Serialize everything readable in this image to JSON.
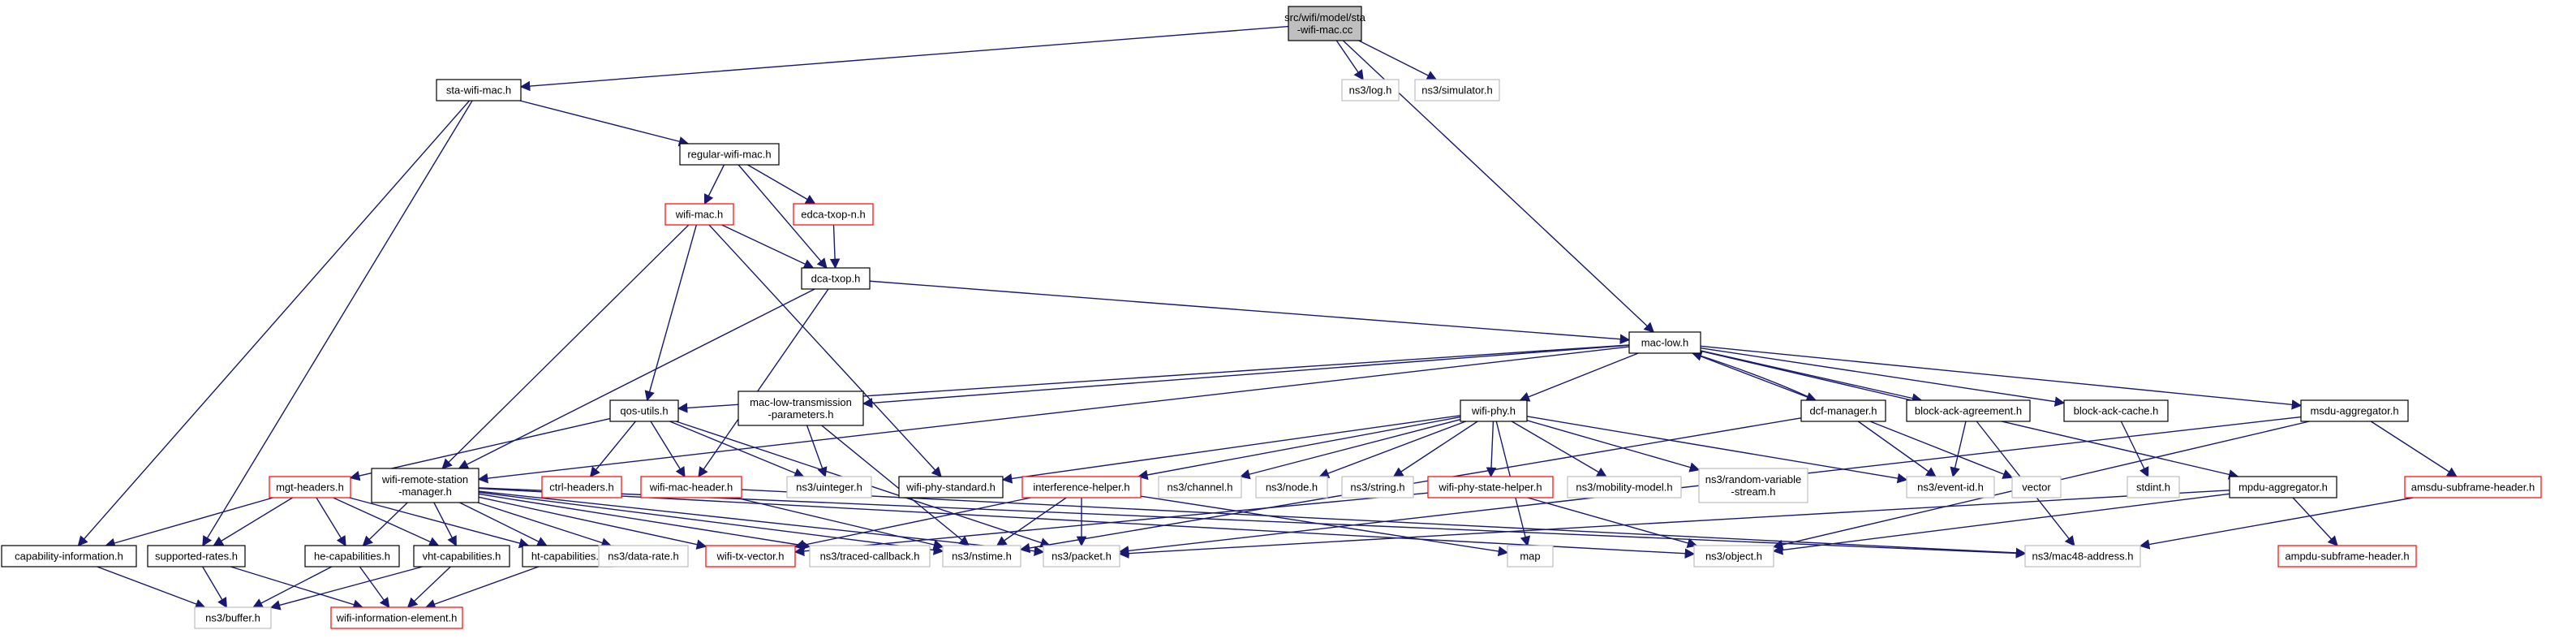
{
  "colors": {
    "root_fill": "#bfbfbf",
    "black_border": "#000000",
    "red_border": "#ff0000",
    "gray_border": "#bfbfbf",
    "edge": "#191970"
  },
  "nodes": [
    {
      "id": "root",
      "lines": [
        "src/wifi/model/sta",
        "-wifi-mac.cc"
      ],
      "style": "root"
    },
    {
      "id": "sta_wifi_mac_h",
      "lines": [
        "sta-wifi-mac.h"
      ],
      "style": "black"
    },
    {
      "id": "ns3_log_h",
      "lines": [
        "ns3/log.h"
      ],
      "style": "gray"
    },
    {
      "id": "ns3_simulator_h",
      "lines": [
        "ns3/simulator.h"
      ],
      "style": "gray"
    },
    {
      "id": "regular_wifi_mac_h",
      "lines": [
        "regular-wifi-mac.h"
      ],
      "style": "black"
    },
    {
      "id": "wifi_mac_h",
      "lines": [
        "wifi-mac.h"
      ],
      "style": "red"
    },
    {
      "id": "edca_txop_n_h",
      "lines": [
        "edca-txop-n.h"
      ],
      "style": "red"
    },
    {
      "id": "dca_txop_h",
      "lines": [
        "dca-txop.h"
      ],
      "style": "black"
    },
    {
      "id": "mac_low_h",
      "lines": [
        "mac-low.h"
      ],
      "style": "black"
    },
    {
      "id": "qos_utils_h",
      "lines": [
        "qos-utils.h"
      ],
      "style": "black"
    },
    {
      "id": "mac_low_tx_params_h",
      "lines": [
        "mac-low-transmission",
        "-parameters.h"
      ],
      "style": "black"
    },
    {
      "id": "wifi_phy_h",
      "lines": [
        "wifi-phy.h"
      ],
      "style": "black"
    },
    {
      "id": "dcf_manager_h",
      "lines": [
        "dcf-manager.h"
      ],
      "style": "black"
    },
    {
      "id": "block_ack_agreement_h",
      "lines": [
        "block-ack-agreement.h"
      ],
      "style": "black"
    },
    {
      "id": "block_ack_cache_h",
      "lines": [
        "block-ack-cache.h"
      ],
      "style": "black"
    },
    {
      "id": "msdu_aggregator_h",
      "lines": [
        "msdu-aggregator.h"
      ],
      "style": "black"
    },
    {
      "id": "mgt_headers_h",
      "lines": [
        "mgt-headers.h"
      ],
      "style": "red"
    },
    {
      "id": "wifi_remote_station_manager_h",
      "lines": [
        "wifi-remote-station",
        "-manager.h"
      ],
      "style": "black"
    },
    {
      "id": "ctrl_headers_h",
      "lines": [
        "ctrl-headers.h"
      ],
      "style": "red"
    },
    {
      "id": "wifi_mac_header_h",
      "lines": [
        "wifi-mac-header.h"
      ],
      "style": "red"
    },
    {
      "id": "ns3_uinteger_h",
      "lines": [
        "ns3/uinteger.h"
      ],
      "style": "gray"
    },
    {
      "id": "wifi_phy_standard_h",
      "lines": [
        "wifi-phy-standard.h"
      ],
      "style": "black"
    },
    {
      "id": "interference_helper_h",
      "lines": [
        "interference-helper.h"
      ],
      "style": "red"
    },
    {
      "id": "ns3_channel_h",
      "lines": [
        "ns3/channel.h"
      ],
      "style": "gray"
    },
    {
      "id": "ns3_node_h",
      "lines": [
        "ns3/node.h"
      ],
      "style": "gray"
    },
    {
      "id": "ns3_string_h",
      "lines": [
        "ns3/string.h"
      ],
      "style": "gray"
    },
    {
      "id": "wifi_phy_state_helper_h",
      "lines": [
        "wifi-phy-state-helper.h"
      ],
      "style": "red"
    },
    {
      "id": "ns3_mobility_model_h",
      "lines": [
        "ns3/mobility-model.h"
      ],
      "style": "gray"
    },
    {
      "id": "ns3_random_variable_stream_h",
      "lines": [
        "ns3/random-variable",
        "-stream.h"
      ],
      "style": "gray"
    },
    {
      "id": "ns3_event_id_h",
      "lines": [
        "ns3/event-id.h"
      ],
      "style": "gray"
    },
    {
      "id": "vector",
      "lines": [
        "vector"
      ],
      "style": "gray"
    },
    {
      "id": "stdint_h",
      "lines": [
        "stdint.h"
      ],
      "style": "gray"
    },
    {
      "id": "mpdu_aggregator_h",
      "lines": [
        "mpdu-aggregator.h"
      ],
      "style": "black"
    },
    {
      "id": "amsdu_subframe_header_h",
      "lines": [
        "amsdu-subframe-header.h"
      ],
      "style": "red"
    },
    {
      "id": "capability_information_h",
      "lines": [
        "capability-information.h"
      ],
      "style": "black"
    },
    {
      "id": "supported_rates_h",
      "lines": [
        "supported-rates.h"
      ],
      "style": "black"
    },
    {
      "id": "he_capabilities_h",
      "lines": [
        "he-capabilities.h"
      ],
      "style": "black"
    },
    {
      "id": "vht_capabilities_h",
      "lines": [
        "vht-capabilities.h"
      ],
      "style": "black"
    },
    {
      "id": "ht_capabilities_h",
      "lines": [
        "ht-capabilities.h"
      ],
      "style": "black"
    },
    {
      "id": "ns3_data_rate_h",
      "lines": [
        "ns3/data-rate.h"
      ],
      "style": "gray"
    },
    {
      "id": "wifi_tx_vector_h",
      "lines": [
        "wifi-tx-vector.h"
      ],
      "style": "red"
    },
    {
      "id": "ns3_traced_callback_h",
      "lines": [
        "ns3/traced-callback.h"
      ],
      "style": "gray"
    },
    {
      "id": "ns3_nstime_h",
      "lines": [
        "ns3/nstime.h"
      ],
      "style": "gray"
    },
    {
      "id": "ns3_packet_h",
      "lines": [
        "ns3/packet.h"
      ],
      "style": "gray"
    },
    {
      "id": "map",
      "lines": [
        "map"
      ],
      "style": "gray"
    },
    {
      "id": "ns3_object_h",
      "lines": [
        "ns3/object.h"
      ],
      "style": "gray"
    },
    {
      "id": "ns3_mac48_address_h",
      "lines": [
        "ns3/mac48-address.h"
      ],
      "style": "gray"
    },
    {
      "id": "ampdu_subframe_header_h",
      "lines": [
        "ampdu-subframe-header.h"
      ],
      "style": "red"
    },
    {
      "id": "ns3_buffer_h",
      "lines": [
        "ns3/buffer.h"
      ],
      "style": "gray"
    },
    {
      "id": "wifi_information_element_h",
      "lines": [
        "wifi-information-element.h"
      ],
      "style": "red"
    }
  ],
  "edges": [
    [
      "root",
      "sta_wifi_mac_h"
    ],
    [
      "root",
      "ns3_log_h"
    ],
    [
      "root",
      "ns3_simulator_h"
    ],
    [
      "root",
      "mac_low_h"
    ],
    [
      "sta_wifi_mac_h",
      "regular_wifi_mac_h"
    ],
    [
      "sta_wifi_mac_h",
      "capability_information_h"
    ],
    [
      "sta_wifi_mac_h",
      "supported_rates_h"
    ],
    [
      "regular_wifi_mac_h",
      "wifi_mac_h"
    ],
    [
      "regular_wifi_mac_h",
      "edca_txop_n_h"
    ],
    [
      "regular_wifi_mac_h",
      "dca_txop_h"
    ],
    [
      "wifi_mac_h",
      "dca_txop_h"
    ],
    [
      "wifi_mac_h",
      "qos_utils_h"
    ],
    [
      "wifi_mac_h",
      "wifi_remote_station_manager_h"
    ],
    [
      "wifi_mac_h",
      "wifi_phy_standard_h"
    ],
    [
      "edca_txop_n_h",
      "dca_txop_h"
    ],
    [
      "dca_txop_h",
      "mac_low_h"
    ],
    [
      "dca_txop_h",
      "wifi_mac_header_h"
    ],
    [
      "dca_txop_h",
      "wifi_remote_station_manager_h"
    ],
    [
      "mac_low_h",
      "qos_utils_h"
    ],
    [
      "mac_low_h",
      "mac_low_tx_params_h"
    ],
    [
      "mac_low_h",
      "wifi_phy_h"
    ],
    [
      "mac_low_h",
      "dcf_manager_h"
    ],
    [
      "mac_low_h",
      "block_ack_agreement_h"
    ],
    [
      "mac_low_h",
      "block_ack_cache_h"
    ],
    [
      "mac_low_h",
      "msdu_aggregator_h"
    ],
    [
      "mac_low_h",
      "mpdu_aggregator_h"
    ],
    [
      "mac_low_h",
      "wifi_remote_station_manager_h"
    ],
    [
      "dcf_manager_h",
      "mac_low_h"
    ],
    [
      "dcf_manager_h",
      "ns3_event_id_h"
    ],
    [
      "dcf_manager_h",
      "vector"
    ],
    [
      "dcf_manager_h",
      "ns3_nstime_h"
    ],
    [
      "qos_utils_h",
      "mgt_headers_h"
    ],
    [
      "qos_utils_h",
      "ctrl_headers_h"
    ],
    [
      "qos_utils_h",
      "wifi_mac_header_h"
    ],
    [
      "qos_utils_h",
      "ns3_uinteger_h"
    ],
    [
      "qos_utils_h",
      "ns3_packet_h"
    ],
    [
      "mac_low_tx_params_h",
      "ns3_uinteger_h"
    ],
    [
      "mac_low_tx_params_h",
      "ns3_nstime_h"
    ],
    [
      "wifi_phy_h",
      "wifi_phy_standard_h"
    ],
    [
      "wifi_phy_h",
      "interference_helper_h"
    ],
    [
      "wifi_phy_h",
      "ns3_channel_h"
    ],
    [
      "wifi_phy_h",
      "ns3_node_h"
    ],
    [
      "wifi_phy_h",
      "ns3_string_h"
    ],
    [
      "wifi_phy_h",
      "wifi_phy_state_helper_h"
    ],
    [
      "wifi_phy_h",
      "ns3_mobility_model_h"
    ],
    [
      "wifi_phy_h",
      "ns3_random_variable_stream_h"
    ],
    [
      "wifi_phy_h",
      "ns3_event_id_h"
    ],
    [
      "wifi_phy_h",
      "map"
    ],
    [
      "block_ack_agreement_h",
      "ns3_event_id_h"
    ],
    [
      "block_ack_agreement_h",
      "ns3_mac48_address_h"
    ],
    [
      "block_ack_cache_h",
      "stdint_h"
    ],
    [
      "msdu_aggregator_h",
      "amsdu_subframe_header_h"
    ],
    [
      "msdu_aggregator_h",
      "ns3_packet_h"
    ],
    [
      "msdu_aggregator_h",
      "ns3_object_h"
    ],
    [
      "mpdu_aggregator_h",
      "ampdu_subframe_header_h"
    ],
    [
      "mpdu_aggregator_h",
      "ns3_packet_h"
    ],
    [
      "mpdu_aggregator_h",
      "ns3_object_h"
    ],
    [
      "amsdu_subframe_header_h",
      "ns3_mac48_address_h"
    ],
    [
      "interference_helper_h",
      "wifi_tx_vector_h"
    ],
    [
      "interference_helper_h",
      "ns3_nstime_h"
    ],
    [
      "interference_helper_h",
      "ns3_packet_h"
    ],
    [
      "interference_helper_h",
      "map"
    ],
    [
      "wifi_phy_state_helper_h",
      "ns3_object_h"
    ],
    [
      "wifi_phy_state_helper_h",
      "wifi_tx_vector_h"
    ],
    [
      "wifi_mac_header_h",
      "ns3_mac48_address_h"
    ],
    [
      "wifi_mac_header_h",
      "ns3_nstime_h"
    ],
    [
      "mgt_headers_h",
      "capability_information_h"
    ],
    [
      "mgt_headers_h",
      "supported_rates_h"
    ],
    [
      "mgt_headers_h",
      "he_capabilities_h"
    ],
    [
      "mgt_headers_h",
      "vht_capabilities_h"
    ],
    [
      "mgt_headers_h",
      "ht_capabilities_h"
    ],
    [
      "wifi_remote_station_manager_h",
      "he_capabilities_h"
    ],
    [
      "wifi_remote_station_manager_h",
      "vht_capabilities_h"
    ],
    [
      "wifi_remote_station_manager_h",
      "ht_capabilities_h"
    ],
    [
      "wifi_remote_station_manager_h",
      "ns3_data_rate_h"
    ],
    [
      "wifi_remote_station_manager_h",
      "wifi_tx_vector_h"
    ],
    [
      "wifi_remote_station_manager_h",
      "ns3_traced_callback_h"
    ],
    [
      "wifi_remote_station_manager_h",
      "ns3_nstime_h"
    ],
    [
      "wifi_remote_station_manager_h",
      "ns3_packet_h"
    ],
    [
      "wifi_remote_station_manager_h",
      "ns3_object_h"
    ],
    [
      "wifi_remote_station_manager_h",
      "ns3_mac48_address_h"
    ],
    [
      "capability_information_h",
      "ns3_buffer_h"
    ],
    [
      "supported_rates_h",
      "ns3_buffer_h"
    ],
    [
      "supported_rates_h",
      "wifi_information_element_h"
    ],
    [
      "he_capabilities_h",
      "ns3_buffer_h"
    ],
    [
      "he_capabilities_h",
      "wifi_information_element_h"
    ],
    [
      "vht_capabilities_h",
      "ns3_buffer_h"
    ],
    [
      "vht_capabilities_h",
      "wifi_information_element_h"
    ],
    [
      "ht_capabilities_h",
      "wifi_information_element_h"
    ]
  ]
}
